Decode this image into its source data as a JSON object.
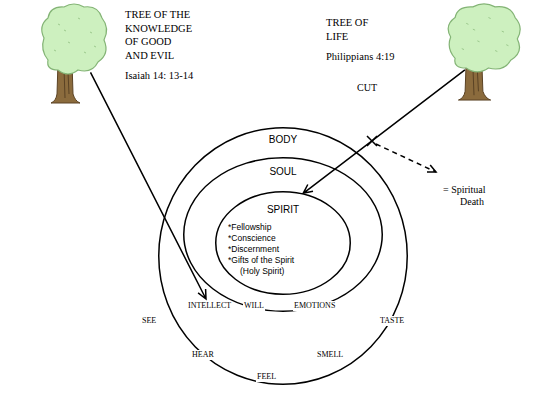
{
  "diagram": {
    "nodes": [
      {
        "text": [
          "TREE OF THE KNOWLEDGE OF GOOD AND EVIL",
          "Isaiah 14: 13-14"
        ]
      },
      {
        "text": [
          "TREE OF LIFE",
          "Philippians 4:19"
        ]
      },
      {
        "text": [
          "BODY",
          "SEE",
          "HEAR",
          "FEEL",
          "SMELL",
          "TASTE"
        ]
      },
      {
        "text": [
          "SOUL",
          "INTELLECT",
          "WILL",
          "EMOTIONS"
        ],
        "in": 2
      },
      {
        "text": [
          "SPIRIT",
          "*Fellowship",
          "*Conscience",
          "*Discernment",
          "*Gifts of the Spirit (Holy Spirit)"
        ],
        "in": 3
      }
    ],
    "edges": [
      {
        "from": 0,
        "to": 3,
        "arrow": "to"
      },
      {
        "from": 1,
        "to": 4,
        "arrow": "to"
      }
    ],
    "labels": [
      "CUT",
      "= Spiritual Death"
    ]
  }
}
